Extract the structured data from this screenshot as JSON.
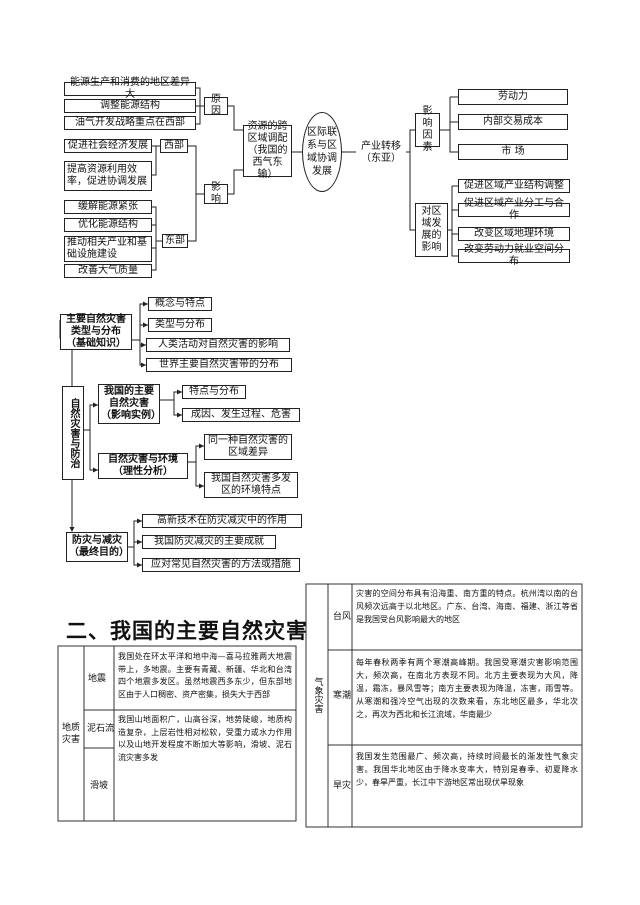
{
  "mm1": {
    "left_items": [
      "能源生产和消费的地区差异大",
      "调整能源结构",
      "油气开发战略重点在西部",
      "促进社会经济发展",
      "提高资源利用效率，促进协调发展",
      "缓解能源紧张",
      "优化能源结构",
      "推动相关产业和基础设施建设",
      "改善大气质量"
    ],
    "cause": "原因",
    "west": "西部",
    "effect": "影响",
    "east": "东部",
    "transfer": "资源的跨区域调配（我国的西气东输）",
    "center": "区际联系与区域协调发展",
    "industry": "产业转移（东亚）",
    "factors": "影响因素",
    "factor_items": [
      "劳动力",
      "内部交易成本",
      "市 场"
    ],
    "region_effect": "对区域发展的影响",
    "effect_items": [
      "促进区域产业结构调整",
      "促进区域产业分工与合作",
      "改变区域地理环境",
      "改变劳动力就业空间分布"
    ]
  },
  "mm2": {
    "root": "自然灾害与防治",
    "b1": "主要自然灾害类型与分布（基础知识）",
    "b1_items": [
      "概念与特点",
      "类型与分布",
      "人类活动对自然灾害的影响",
      "世界主要自然灾害带的分布"
    ],
    "b2": "我国的主要自然灾害（影响实例）",
    "b2_items": [
      "特点与分布",
      "成因、发生过程、危害"
    ],
    "b3": "自然灾害与环境（理性分析）",
    "b3_items": [
      "同一种自然灾害的区域差异",
      "我国自然灾害多发区的环境特点"
    ],
    "b4": "防灾与减灾（最终目的）",
    "b4_items": [
      "高新技术在防灾减灾中的作用",
      "我国防灾减灾的主要成就",
      "应对常见自然灾害的方法或措施"
    ]
  },
  "section_title": "二、我国的主要自然灾害",
  "table_left": {
    "group": "地质灾害",
    "rows": [
      {
        "name": "地震",
        "text": "我国处在环太平洋和地中海—喜马拉雅两大地震带上，多地震。主要有青藏、新疆、华北和台湾四个地震多发区。虽然地震西多东少，但东部地区由于人口稠密、资产密集，损失大于西部"
      },
      {
        "name": "泥石流",
        "text": "我国山地面积广，山高谷深，地势陡峻，地质构造复杂，上层岩性相对松软，受重力或水力作用以及山地开发程度不断加大等影响，滑坡、泥石流灾害多发"
      },
      {
        "name": "滑坡",
        "text": ""
      }
    ]
  },
  "table_right": {
    "group": "气象灾害",
    "rows": [
      {
        "name": "台风",
        "text": "灾害的空间分布具有沿海重、南方重的特点。杭州湾以南的台风频次远高于以北地区。广东、台湾、海南、福建、浙江等省是我国受台风影响最大的地区"
      },
      {
        "name": "寒潮",
        "text": "每年春秋两季有两个寒潮高峰期。我国受寒潮灾害影响范围大，频次高，在南北方表现不同。北方主要表现为大风，降温，霜冻，暴风雪等；南方主要表现为降温，冻害，雨雪等。从寒潮和强冷空气出现的次数来看，东北地区最多，华北次之，再次为西北和长江流域，华南最少"
      },
      {
        "name": "旱灾",
        "text": "我国发生范围最广、频次高，持续时间最长的渐发性气象灾害。我国华北地区由于降水变率大，特别是春季、初夏降水少，春旱严重，长江中下游地区常出现伏旱现象"
      }
    ]
  }
}
